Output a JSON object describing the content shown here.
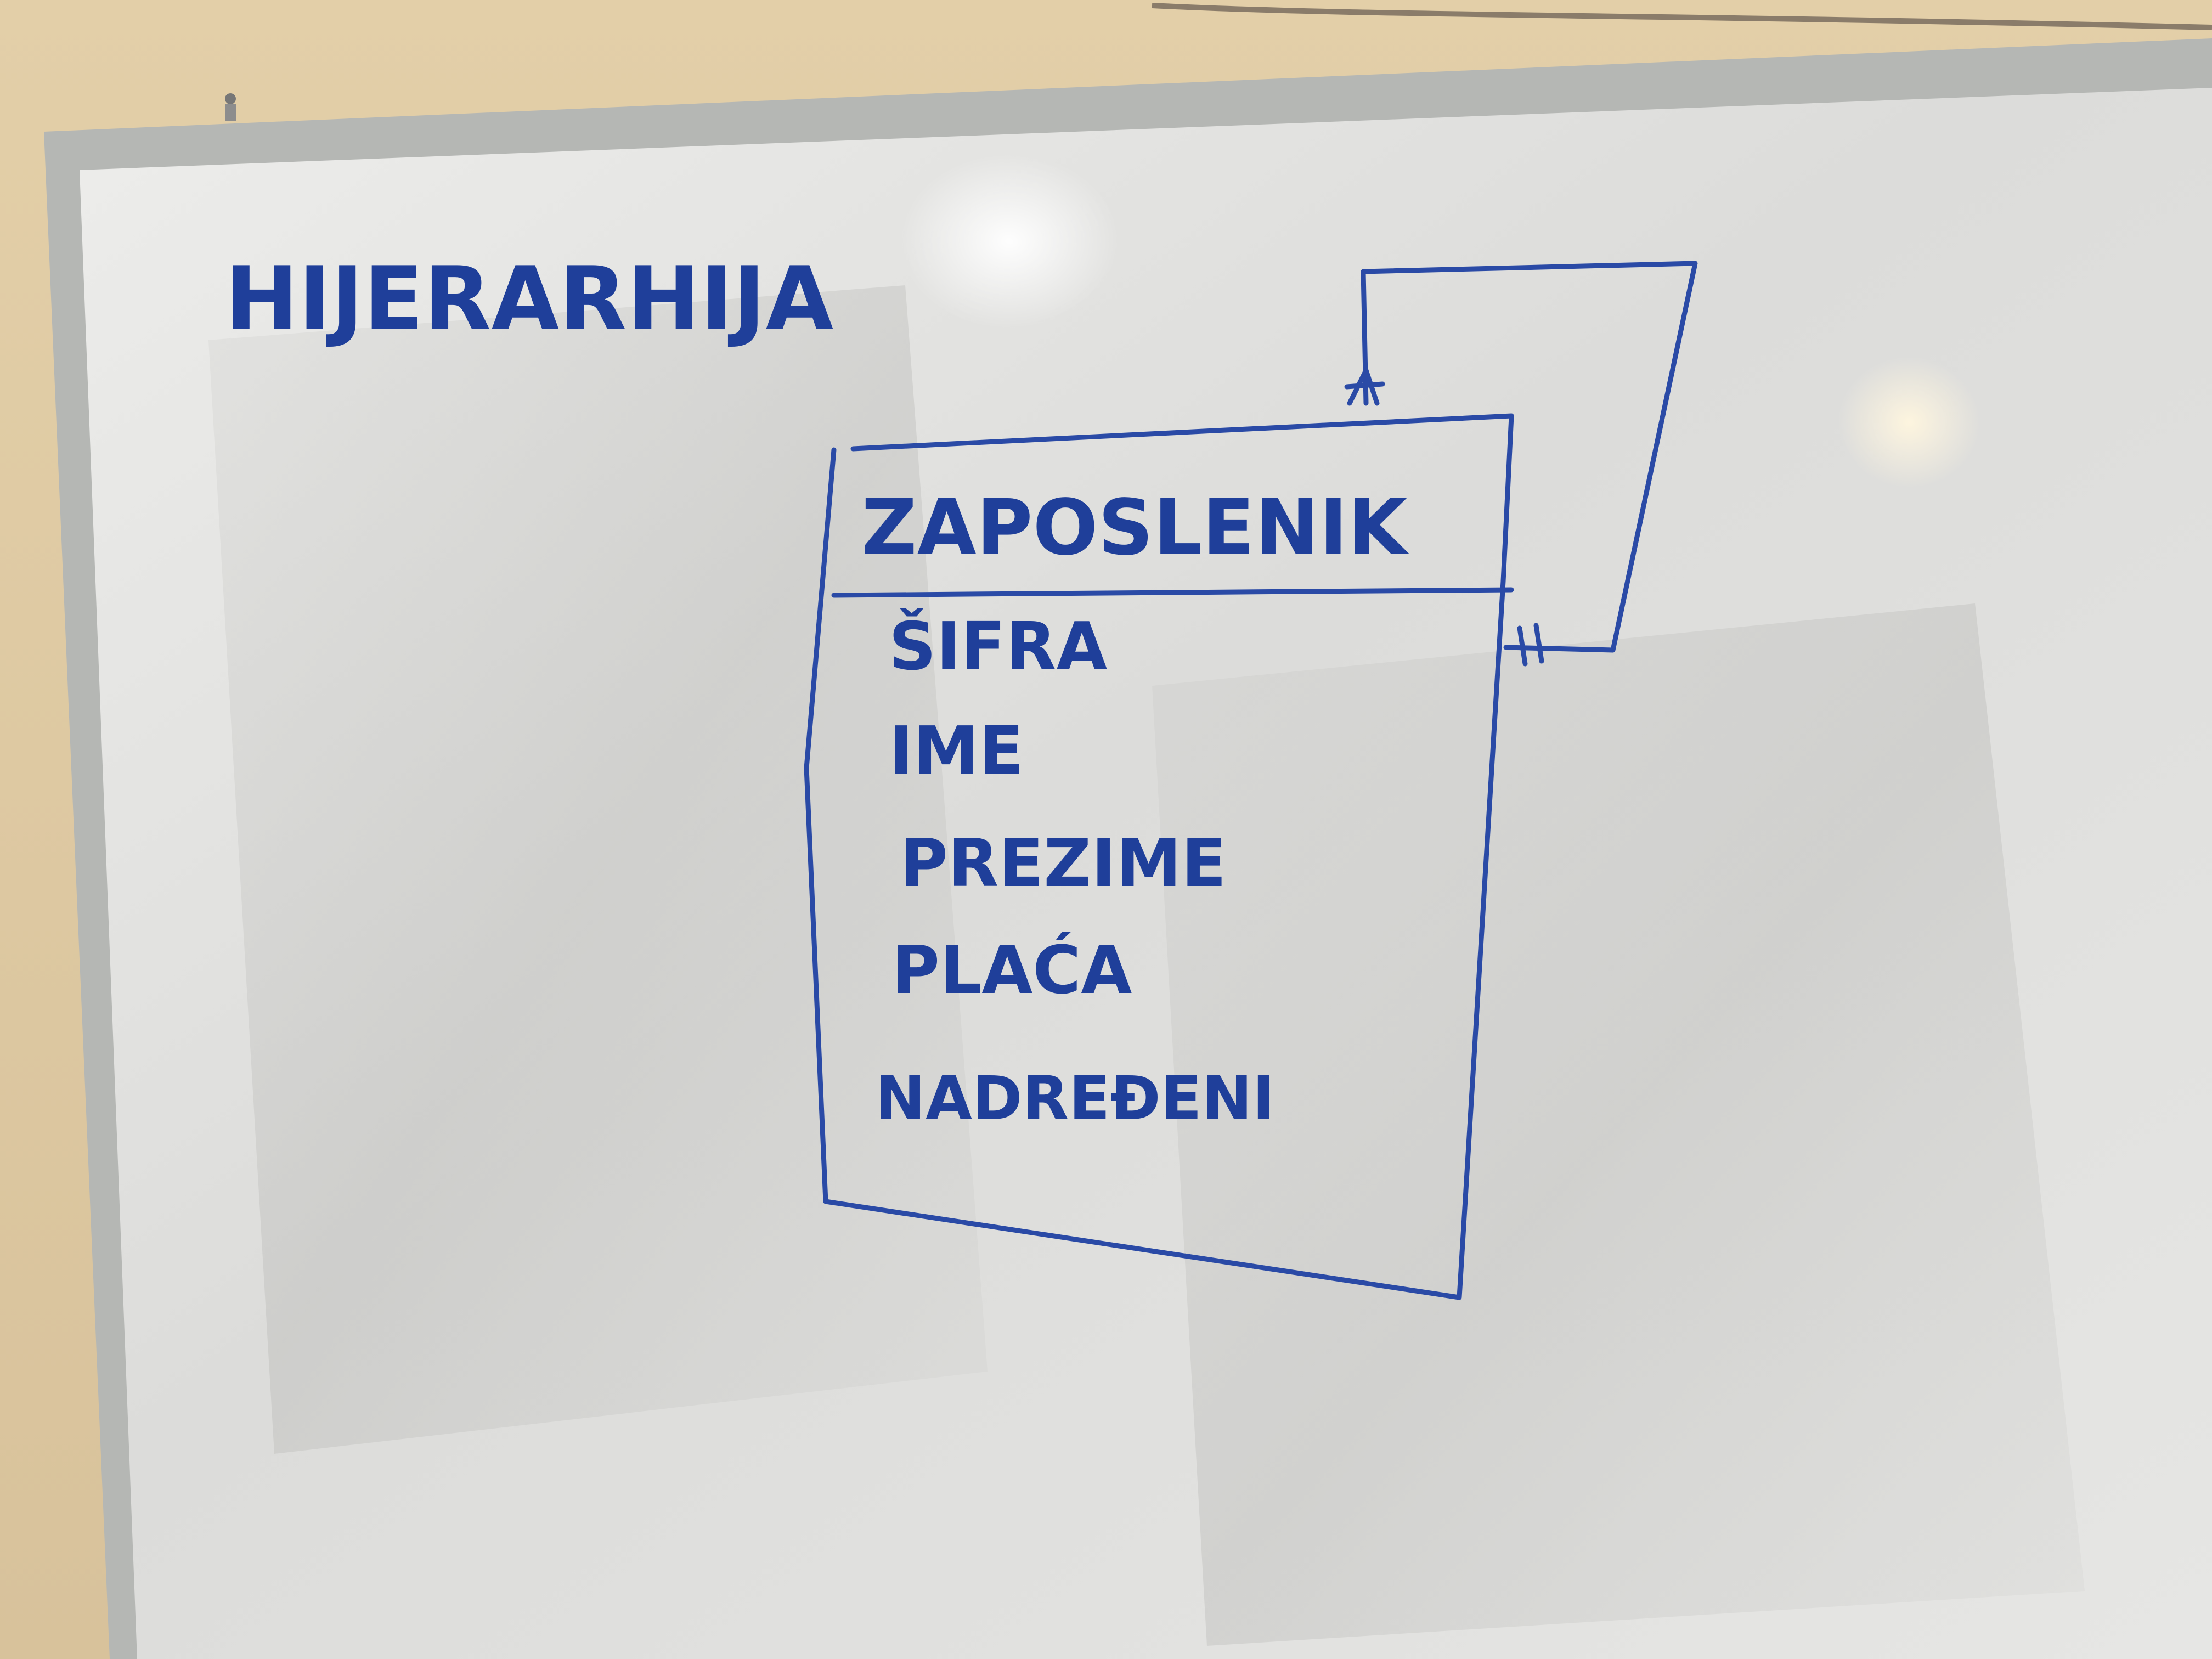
{
  "board": {
    "heading": "HIJERARHIJA",
    "entity": {
      "name": "ZAPOSLENIK",
      "attributes": [
        "ŠIFRA",
        "IME",
        "PREZIME",
        "PLAĆA",
        "NADREĐENI"
      ]
    }
  },
  "colors": {
    "ink": "#2a4aa6",
    "board": "#e9e9e6",
    "wall": "#dcc6a0",
    "frame": "#a9aca9"
  },
  "icons": {
    "relationship_top_marker": "crows-foot-icon",
    "relationship_side_marker": "one-mandatory-icon"
  }
}
